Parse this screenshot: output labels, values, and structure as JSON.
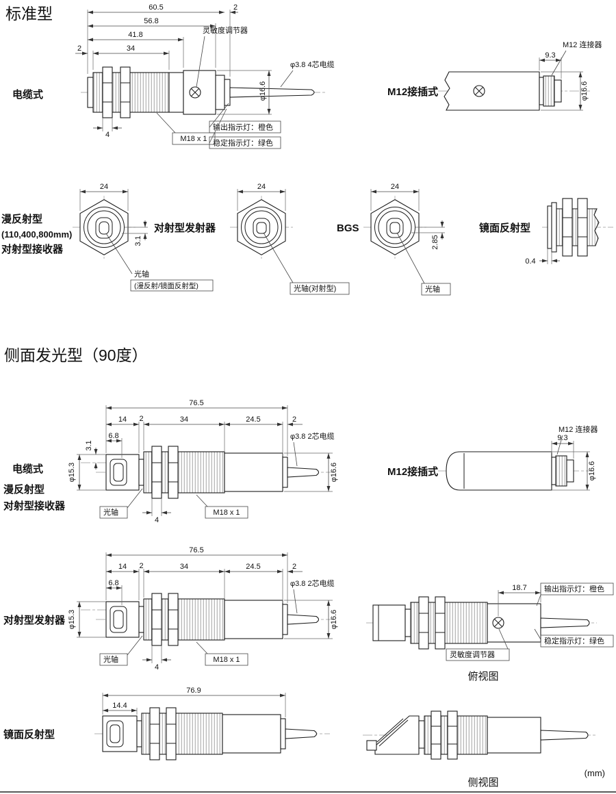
{
  "page": {
    "unit": "(mm)"
  },
  "standard": {
    "title": "标准型",
    "cable": {
      "type_label": "电缆式",
      "dim_total": "60.5",
      "dim_56_8": "56.8",
      "dim_41_8": "41.8",
      "dim_34": "34",
      "dim_2_front": "2",
      "dim_2_rear": "2",
      "dim_nut": "4",
      "dia_body": "φ16.6",
      "adjuster": "灵敏度调节器",
      "cable_note": "φ3.8 4芯电缆",
      "led_output": "输出指示灯：橙色",
      "led_stability": "稳定指示灯：绿色",
      "thread": "M18 x 1"
    },
    "m12": {
      "type_label": "M12接插式",
      "dim_9_3": "9.3",
      "connector": "M12 连接器",
      "dia_body": "φ16.6"
    },
    "front": {
      "diffuse_l1": "漫反射型",
      "diffuse_l2": "(110,400,800mm)",
      "diffuse_l3": "对射型接收器",
      "emitter": "对射型发射器",
      "bgs": "BGS",
      "mirror": "镜面反射型",
      "dim_24_a": "24",
      "dim_24_b": "24",
      "dim_24_c": "24",
      "dim_3_1": "3.1",
      "dim_2_85": "2.85",
      "dim_0_4": "0.4",
      "axis_a_l1": "光轴",
      "axis_a_l2": "(漫反射/镜面反射型)",
      "axis_b": "光轴(对射型)",
      "axis_c": "光轴"
    }
  },
  "side": {
    "title": "侧面发光型（90度）",
    "cable": {
      "type_l1": "电缆式",
      "type_l2": "漫反射型",
      "type_l3": "对射型接收器",
      "dim_total": "76.5",
      "dim_14": "14",
      "dim_2_a": "2",
      "dim_34": "34",
      "dim_24_5": "24.5",
      "dim_2_b": "2",
      "dim_6_8": "6.8",
      "dim_3_1": "3.1",
      "dia_head": "φ15.3",
      "dia_body": "φ16.6",
      "cable_note": "φ3.8 2芯电缆",
      "axis": "光轴",
      "dim_nut": "4",
      "thread": "M18 x 1"
    },
    "m12": {
      "type_label": "M12接插式",
      "dim_9_3": "9.3",
      "connector": "M12 连接器",
      "dia_body": "φ16.6"
    },
    "emitter": {
      "type_label": "对射型发射器",
      "dim_total": "76.5",
      "dim_14": "14",
      "dim_2_a": "2",
      "dim_34": "34",
      "dim_24_5": "24.5",
      "dim_2_b": "2",
      "dim_6_8": "6.8",
      "dia_head": "φ15.3",
      "dia_body": "φ16.6",
      "cable_note": "φ3.8 2芯电缆",
      "axis": "光轴",
      "dim_nut": "4",
      "thread": "M18 x 1"
    },
    "top_view": {
      "dim_18_7": "18.7",
      "led_output": "输出指示灯：橙色",
      "adjuster": "灵敏度调节器",
      "led_stability": "稳定指示灯：绿色",
      "caption": "俯视图"
    },
    "mirror": {
      "type_label": "镜面反射型",
      "dim_total": "76.9",
      "dim_14_4": "14.4"
    },
    "side_view": {
      "caption": "侧视图"
    }
  }
}
